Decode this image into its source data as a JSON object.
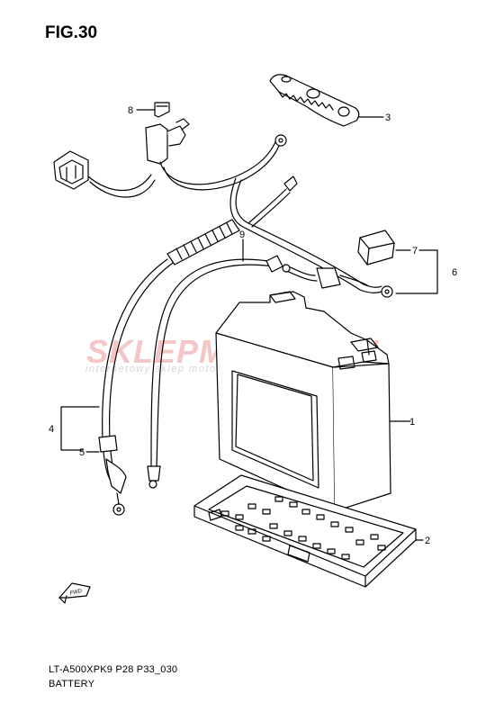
{
  "figure": {
    "title": "FIG.30",
    "code": "LT-A500XPK9 P28 P33_030",
    "name": "BATTERY"
  },
  "watermark": {
    "brand": "SKLEPMOTO24.PL",
    "tagline": "internetowy sklep motocyklowy",
    "color": "#e06060"
  },
  "callouts": [
    "1",
    "2",
    "3",
    "4",
    "5",
    "6",
    "7",
    "8",
    "9"
  ],
  "front_arrow_label": "FWD"
}
